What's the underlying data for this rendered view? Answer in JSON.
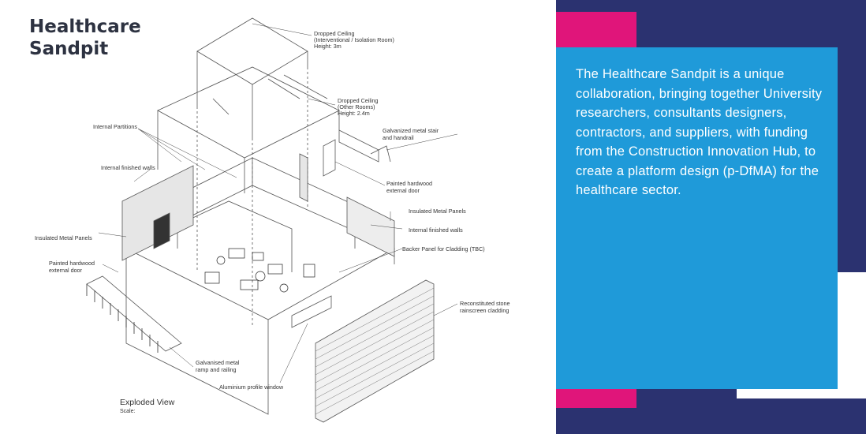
{
  "title": {
    "line1": "Healthcare",
    "line2": "Sandpit"
  },
  "description": "The Healthcare Sandpit is a unique collaboration, bringing together University researchers, consultants designers, contractors, and suppliers, with funding from the Construction Innovation Hub, to create a platform design (p-DfMA) for the healthcare sector.",
  "diagram": {
    "caption": "Exploded View",
    "scale": "Scale:",
    "labels": {
      "ceiling_iso_1": "Dropped Ceiling",
      "ceiling_iso_2": "(Interventional / Isolation Room)",
      "ceiling_iso_3": "Height: 3m",
      "ceiling_other_1": "Dropped Ceiling",
      "ceiling_other_2": "(Other Rooms)",
      "ceiling_other_3": "Height: 2.4m",
      "stair_1": "Galvanized metal stair",
      "stair_2": "and handrail",
      "partitions": "Internal Partitions",
      "finished_walls_left": "Internal finished walls",
      "door_right_1": "Painted hardwood",
      "door_right_2": "external door",
      "panels_right": "Insulated Metal Panels",
      "finished_walls_right": "Internal finished walls",
      "panels_left": "Insulated Metal Panels",
      "backer": "Backer Panel for Cladding (TBC)",
      "door_left_1": "Painted hardwood",
      "door_left_2": "external door",
      "cladding_1": "Reconstituted stone",
      "cladding_2": "rainscreen cladding",
      "ramp_1": "Galvanised metal",
      "ramp_2": "ramp and railing",
      "window": "Aluminium profile window"
    }
  },
  "colors": {
    "navy": "#2b3270",
    "pink": "#e0157a",
    "blue": "#1f9ad9",
    "title": "#2d3241"
  }
}
